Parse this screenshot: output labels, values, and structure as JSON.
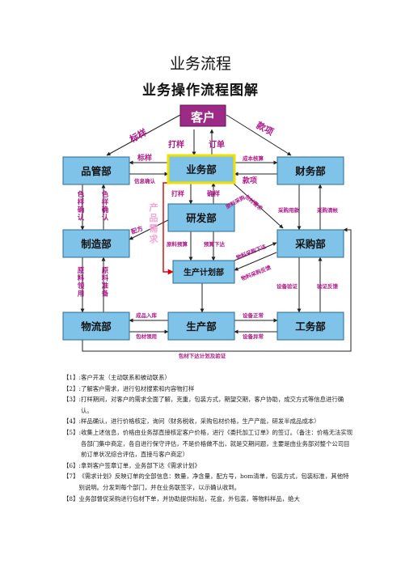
{
  "document_title": "业务流程",
  "diagram_title": "业务操作流程图解",
  "nodes": {
    "customer": "客户",
    "sales": "业务部",
    "qc": "品管部",
    "finance": "财务部",
    "rnd": "研发部",
    "manufacturing": "制造部",
    "purchasing": "采购部",
    "plan": "生产计划部",
    "logistics": "物流部",
    "production": "生产部",
    "engineering": "工务部"
  },
  "labels": {
    "sample_left": "标样",
    "payment_top": "款项",
    "proof": "打样",
    "order": "订单",
    "sample_mid": "标样",
    "info_confirm": "信息确认",
    "cost_check": "成本核算",
    "payment_mid": "款项",
    "proof_mid": "打样",
    "confirm_sample": "确样",
    "product_req": "产品需求",
    "color_confirm": "色样确认",
    "color_confirm2": "色样确认",
    "raw_collect": "原料领用",
    "raw_prepare": "原料准备",
    "formula": "配方",
    "raw_budget": "原料预算",
    "budget_issue": "预算下达",
    "material_buy": "原料采购",
    "material_need": "包材需求",
    "purchase_pay": "采购用款",
    "purchase_clear": "采购清帐",
    "mat_buy_issue": "物料采购下达",
    "mat_buy_feedback": "物料采购反馈",
    "equip_check": "设备验证",
    "check_feedback": "验证反馈",
    "finished_in": "成品入库",
    "pack_collect": "包材领用",
    "equip_normal": "设备正常",
    "equip_abnormal": "设备异常",
    "pack_plan": "包材下达计划及验证"
  },
  "notes": [
    {
      "num": "【1】:",
      "text": "客户开发（主动联系和被动联系）"
    },
    {
      "num": "【2】:",
      "text": "了解客户需求，进行包材搜索和内容物打样"
    },
    {
      "num": "【3】:",
      "text": "打样期间，对客户的需求全面了解，克重，包装方式，期望交期，客户协助，成交方式等信息进行确认。"
    },
    {
      "num": "【4】:",
      "text": "样品确认，进行价格核定，询问（财务税收，采购包材价格，生产产能，研发半成品成本）"
    },
    {
      "num": "【5】:",
      "text": "收集上述信息，价格由业务部直接核定客户价格，进行《委托加工订单》的签订。（备注：价格无法实现各部门集中商定，各自进行保守评估，不是价格做不出，就是交期问题，主要是由业务部对整个公司目前订单状况综合评估，直接与客户商定）"
    },
    {
      "num": "【6】:",
      "text": "拿到客户签章订单，业务部下达《需求计划》"
    },
    {
      "num": "【7】",
      "text": "《需求计划》反映订单的全部信息：数量，净含量，配方号，bom清单，包装方式，包装标准，其他特别说明。分发到每个部门，并在业务联签字，以示确认收到。"
    },
    {
      "num": "【8】",
      "text": "业务部督促采购进行包材下单，并协助提供标贴，花盒，外包装，等物料样品，绝大"
    }
  ]
}
